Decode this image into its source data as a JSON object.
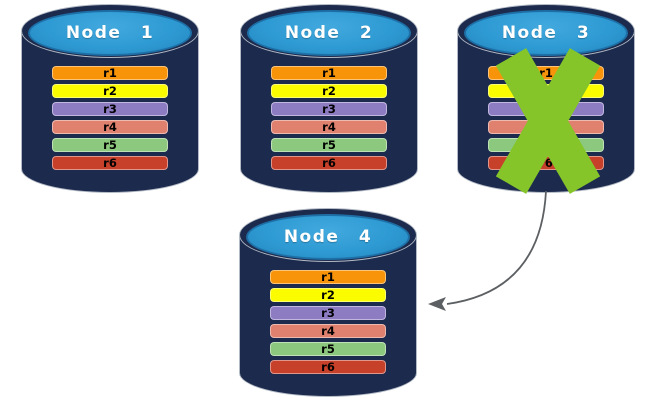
{
  "diagram": {
    "nodes": [
      {
        "label": "Node 1",
        "failed": false
      },
      {
        "label": "Node 2",
        "failed": false
      },
      {
        "label": "Node 3",
        "failed": true
      },
      {
        "label": "Node 4",
        "failed": false
      }
    ],
    "replicas": [
      {
        "label": "r1",
        "color": "#F7940A"
      },
      {
        "label": "r2",
        "color": "#FCFC00"
      },
      {
        "label": "r3",
        "color": "#8E7CC3"
      },
      {
        "label": "r4",
        "color": "#E0816F"
      },
      {
        "label": "r5",
        "color": "#8CC87D"
      },
      {
        "label": "r6",
        "color": "#C7402A"
      }
    ],
    "arrow": {
      "from": "Node 3",
      "to": "Node 4"
    },
    "failure_icon": "x-cross",
    "colors": {
      "cylinder_body": "#1C2A4D",
      "cylinder_top": "#2E9AD3",
      "cylinder_top_border": "#1E6FA6",
      "outline": "#B3BAC5",
      "fail_x": "#85C52A",
      "arrow": "#5C6063",
      "node_label_text": "#FFFFFF",
      "replica_label_text": "#000000",
      "background": "#FFFFFF"
    }
  }
}
